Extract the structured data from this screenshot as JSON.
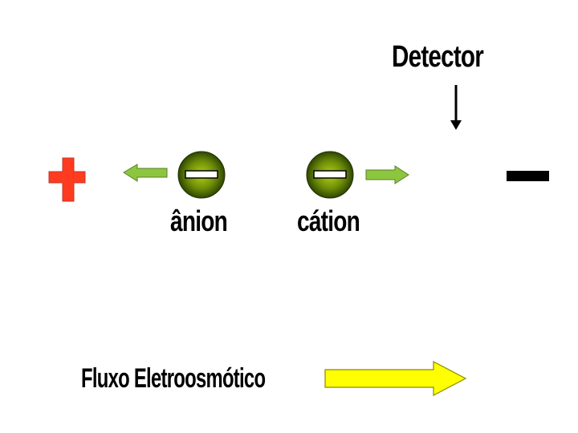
{
  "detector": {
    "label": "Detector"
  },
  "anion": {
    "label": "ânion",
    "charge_symbol": "−",
    "arrow_direction": "left"
  },
  "cation": {
    "label": "cátion",
    "charge_symbol": "−",
    "arrow_direction": "right"
  },
  "electrodes": {
    "positive": {
      "symbol": "+",
      "color": "#ff3b1f"
    },
    "negative": {
      "symbol": "−",
      "color": "#000000"
    }
  },
  "electroosmotic_flow": {
    "label": "Fluxo Eletroosmótico",
    "arrow_color": "#ffff00",
    "arrow_direction": "right"
  },
  "colors": {
    "ion_arrow": "#8cc63f",
    "ion_sphere_center": "#a6c21a",
    "ion_sphere_edge": "#2e4a00"
  }
}
